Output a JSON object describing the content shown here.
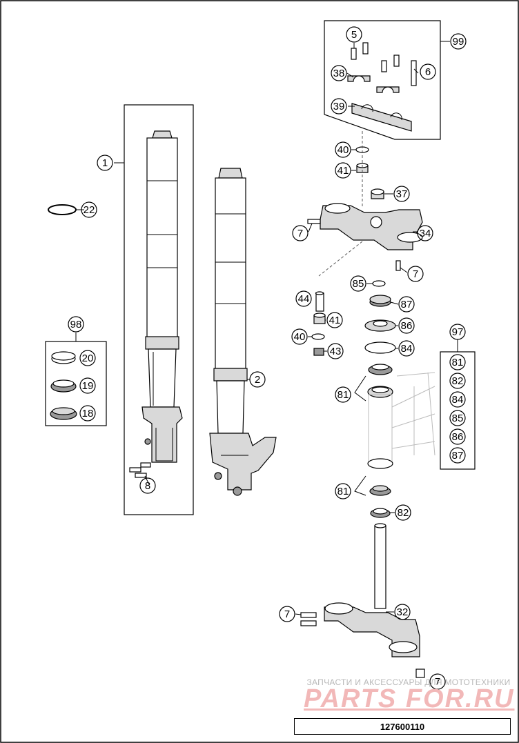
{
  "diagram": {
    "reference_number": "127600110",
    "callouts": {
      "c1": "1",
      "c2": "2",
      "c5": "5",
      "c6": "6",
      "c7a": "7",
      "c7b": "7",
      "c7c": "7",
      "c7d": "7",
      "c8": "8",
      "c18": "18",
      "c19": "19",
      "c20": "20",
      "c22": "22",
      "c32": "32",
      "c34": "34",
      "c37": "37",
      "c38": "38",
      "c39": "39",
      "c40a": "40",
      "c40b": "40",
      "c41a": "41",
      "c41b": "41",
      "c43": "43",
      "c44": "44",
      "c81a": "81",
      "c81b": "81",
      "c81c": "81",
      "c82a": "82",
      "c82b": "82",
      "c84a": "84",
      "c84b": "84",
      "c85a": "85",
      "c85b": "85",
      "c86a": "86",
      "c86b": "86",
      "c87a": "87",
      "c87b": "87",
      "c97": "97",
      "c98": "98",
      "c99": "99"
    }
  },
  "watermark": {
    "caption": "ЗАПЧАСТИ И АКСЕССУАРЫ ДЛЯ МОТОТЕХНИКИ",
    "logo": "PARTS FOR.RU",
    "color": "#f2b8b8"
  }
}
